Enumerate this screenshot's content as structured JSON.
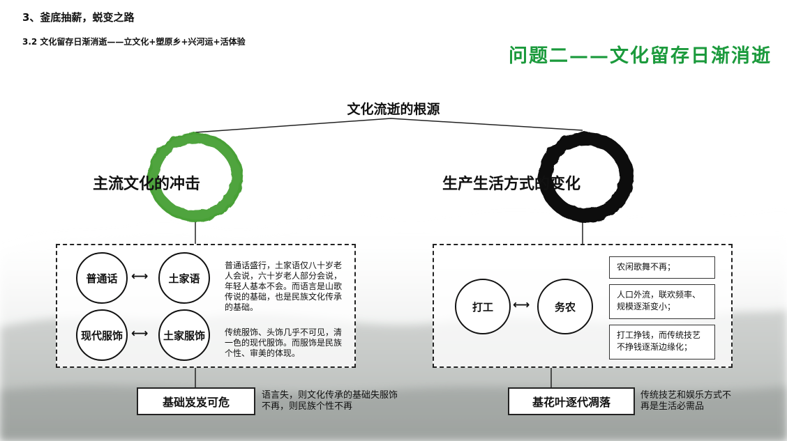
{
  "header": {
    "section": "3、釜底抽薪，蜕变之路",
    "subsection": "3.2 文化留存日渐消逝——立文化+塑原乡+兴河运+活体验",
    "page_title": "问题二——文化留存日渐消逝"
  },
  "diagram": {
    "root": "文化流逝的根源",
    "left": {
      "title": "主流文化的冲击",
      "ring_color": "#3e9b2a",
      "pairs": [
        {
          "a": "普通话",
          "b": "土家语",
          "desc": "普通话盛行，土家语仅八十岁老人会说，六十岁老人部分会说，年轻人基本不会。而语言是山歌传说的基础，也是民族文化传承的基础。"
        },
        {
          "a": "现代服饰",
          "b": "土家服饰",
          "desc": "传统服饰、头饰几乎不可见，清一色的现代服饰。而服饰是民族个性、审美的体现。"
        }
      ],
      "result": "基础岌岌可危",
      "result_note": "语言失，则文化传承的基础失服饰不再，则民族个性不再"
    },
    "right": {
      "title": "生产生活方式的变化",
      "ring_color": "#0a0a0a",
      "pair": {
        "a": "打工",
        "b": "务农"
      },
      "boxes": [
        "农闲歌舞不再；",
        "人口外流，联欢频率、规模逐渐变小；",
        "打工挣钱，而传统技艺不挣钱逐渐边缘化；"
      ],
      "result": "基花叶逐代凋落",
      "result_note": "传统技艺和娱乐方式不再是生活必需品"
    },
    "arrow_glyph": "⟷"
  }
}
